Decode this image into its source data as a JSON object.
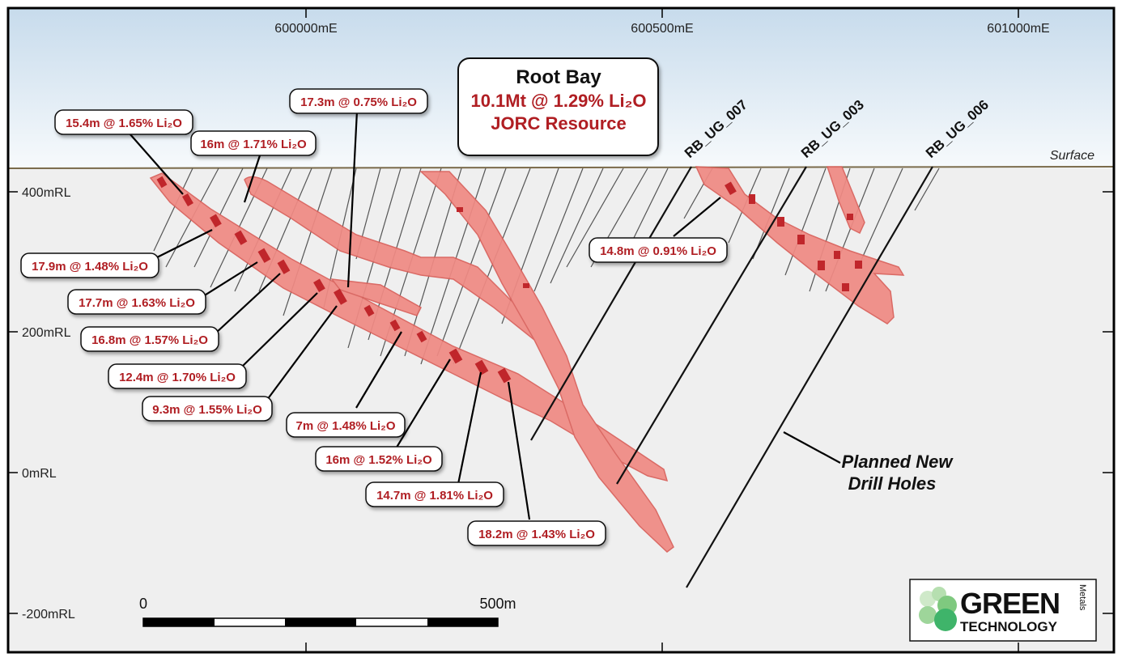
{
  "title_box": {
    "title": "Root Bay",
    "line2": "10.1Mt @ 1.29% Li₂O",
    "line3": "JORC Resource"
  },
  "eastings": [
    "600000mE",
    "600500mE",
    "601000mE"
  ],
  "rl_labels": [
    "400mRL",
    "200mRL",
    "0mRL",
    "-200mRL"
  ],
  "surface_label": "Surface",
  "planned_label": [
    "Planned New",
    "Drill Holes"
  ],
  "drill_holes": [
    "RB_UG_007",
    "RB_UG_003",
    "RB_UG_006"
  ],
  "intercepts": [
    "15.4m @ 1.65% Li₂O",
    "16m @ 1.71% Li₂O",
    "17.3m @ 0.75% Li₂O",
    "17.9m @ 1.48% Li₂O",
    "17.7m @ 1.63% Li₂O",
    "16.8m @ 1.57% Li₂O",
    "12.4m @ 1.70% Li₂O",
    "9.3m @ 1.55% Li₂O",
    "7m @ 1.48% Li₂O",
    "16m @ 1.52% Li₂O",
    "14.7m @ 1.81% Li₂O",
    "18.2m @ 1.43% Li₂O",
    "14.8m @ 0.91% Li₂O"
  ],
  "scale_bar": {
    "start": "0",
    "end": "500m"
  },
  "logo": {
    "word1": "GREEN",
    "word2": "TECHNOLOGY",
    "word3": "Metals"
  },
  "colors": {
    "orebody": "#f08a84",
    "orebody_edge": "#d9615b",
    "text_red": "#b01e23",
    "sky_top": "#c9dcec",
    "ground": "#efefef"
  }
}
